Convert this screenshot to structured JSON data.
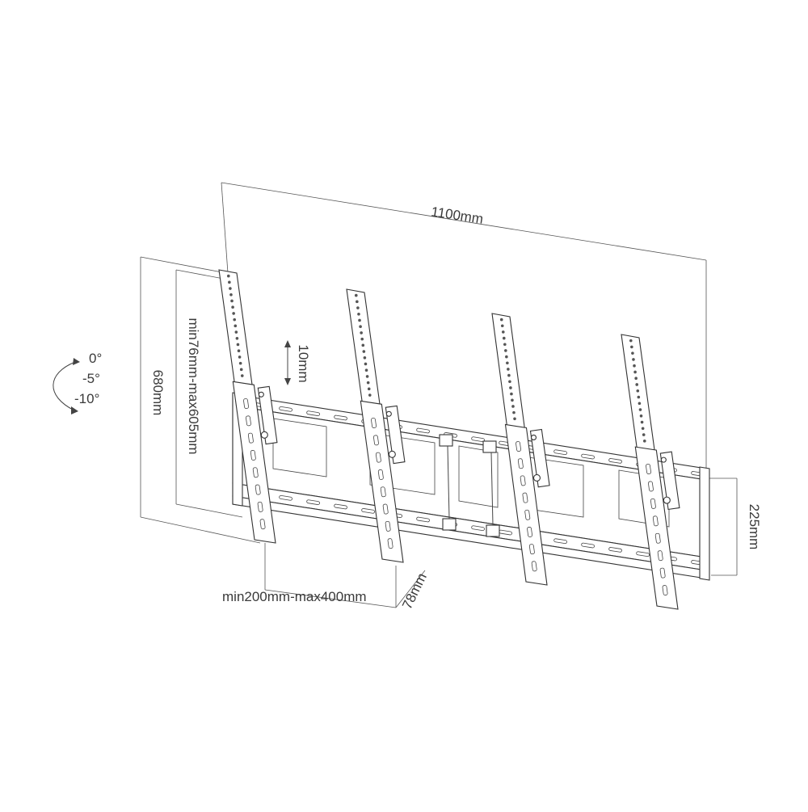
{
  "dimensions": {
    "width": "1100mm",
    "height": "680mm",
    "vesa_vertical": "min76mm-max605mm",
    "vertical_adjust": "10mm",
    "plate_height": "225mm",
    "depth": "78mm",
    "vesa_horizontal": "min200mm-max400mm"
  },
  "tilt": {
    "angle_0": "0°",
    "angle_5": "-5°",
    "angle_10": "-10°"
  }
}
